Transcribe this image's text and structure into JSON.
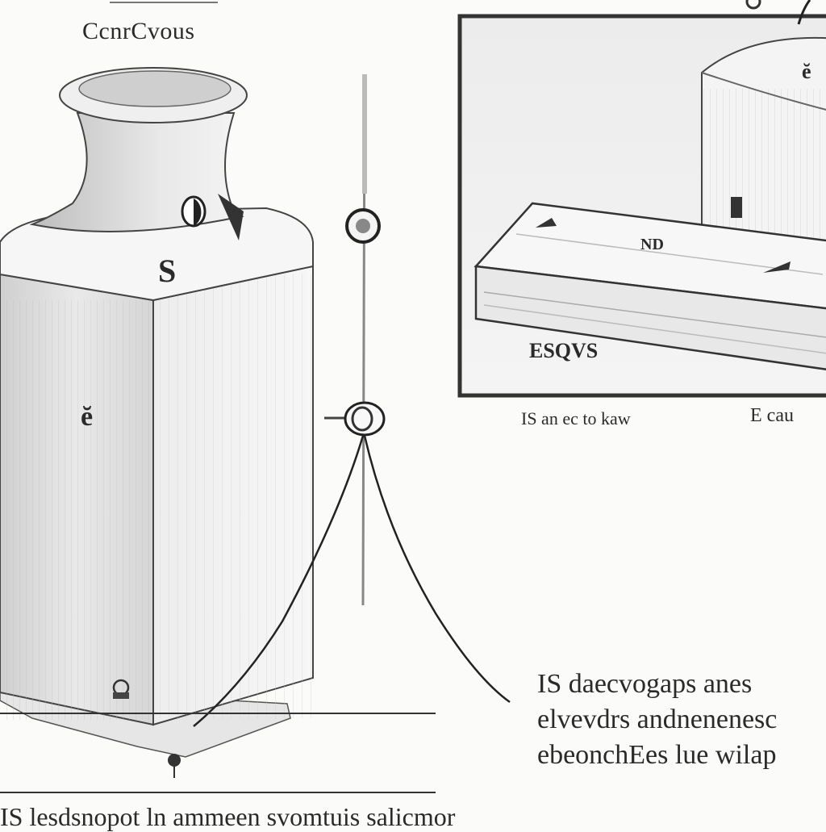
{
  "title": "CcnrCvous",
  "vessel": {
    "neck_marker": "S",
    "body_marker": "ĕ"
  },
  "inset": {
    "label": "ESQVS",
    "tag": "ĕ",
    "plank_label": "ND",
    "caption_left": "IS an ec to kaw",
    "caption_right": "E cau"
  },
  "notes": {
    "lines": [
      "IS daecvogaps anes",
      "elvevdrs andnenenesc",
      "ebeonchEes lue wilap"
    ]
  },
  "footer": "IS lesdsnopot ln ammeen svomtuis salicmor",
  "icons": [
    "ring-node-icon",
    "ring-node-icon",
    "foot-pin-icon"
  ]
}
